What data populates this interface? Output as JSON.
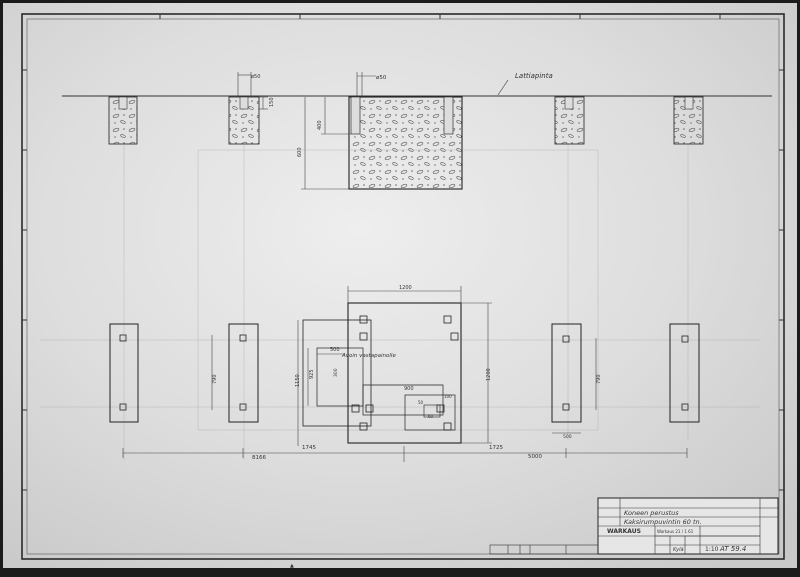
{
  "drawing": {
    "floor_label": "Lattiapinta",
    "elevation_dims": {
      "pocket_width_small": "ø50",
      "pocket_width_large": "ø50",
      "pocket_depth_small": "150",
      "pocket_depth_large": "400",
      "block_depth": "600"
    },
    "plan_dims": {
      "main_width": "1200",
      "main_height": "1200",
      "height_left": "1150",
      "inner_height": "925",
      "recess_width": "500",
      "recess_height": "300",
      "inner_width": "900",
      "small_offset": "50",
      "small_width": "60",
      "small_side": "100",
      "left_block_height": "790",
      "right_block_height": "790",
      "right_block_width": "500",
      "span_left": "8166",
      "span_center_left": "1745",
      "span_center_right": "1725",
      "span_right": "5000"
    },
    "plan_label": "Avoin vastapainolle"
  },
  "title_block": {
    "line1": "Koneen perustus",
    "line2": "Kaksirumpuvintin 60 tn.",
    "company": "WARKAUS",
    "scale": "1:10",
    "drawing_no": "AT 59.4",
    "date_label": "Warkaus 21 / 1 61",
    "signature": "Kylä"
  }
}
